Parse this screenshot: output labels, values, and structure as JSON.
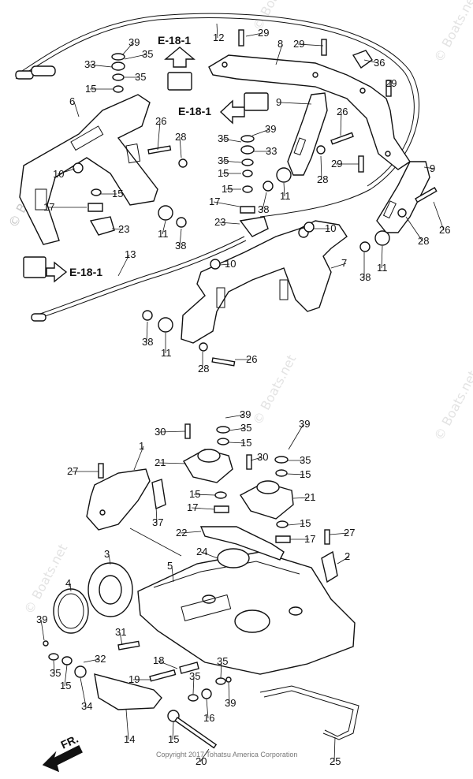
{
  "diagram": {
    "callouts": [
      "1",
      "2",
      "3",
      "4",
      "5",
      "6",
      "7",
      "8",
      "9",
      "10",
      "11",
      "12",
      "13",
      "14",
      "15",
      "16",
      "17",
      "18",
      "19",
      "20",
      "21",
      "22",
      "23",
      "24",
      "25",
      "26",
      "27",
      "28",
      "29",
      "30",
      "31",
      "32",
      "33",
      "34",
      "35",
      "36",
      "37",
      "38",
      "39"
    ],
    "reference_label": "E-18-1",
    "orientation_label": "FR.",
    "watermark": "© Boats.net",
    "copyright": "Copyright 2017 Tohatsu America Corporation"
  }
}
